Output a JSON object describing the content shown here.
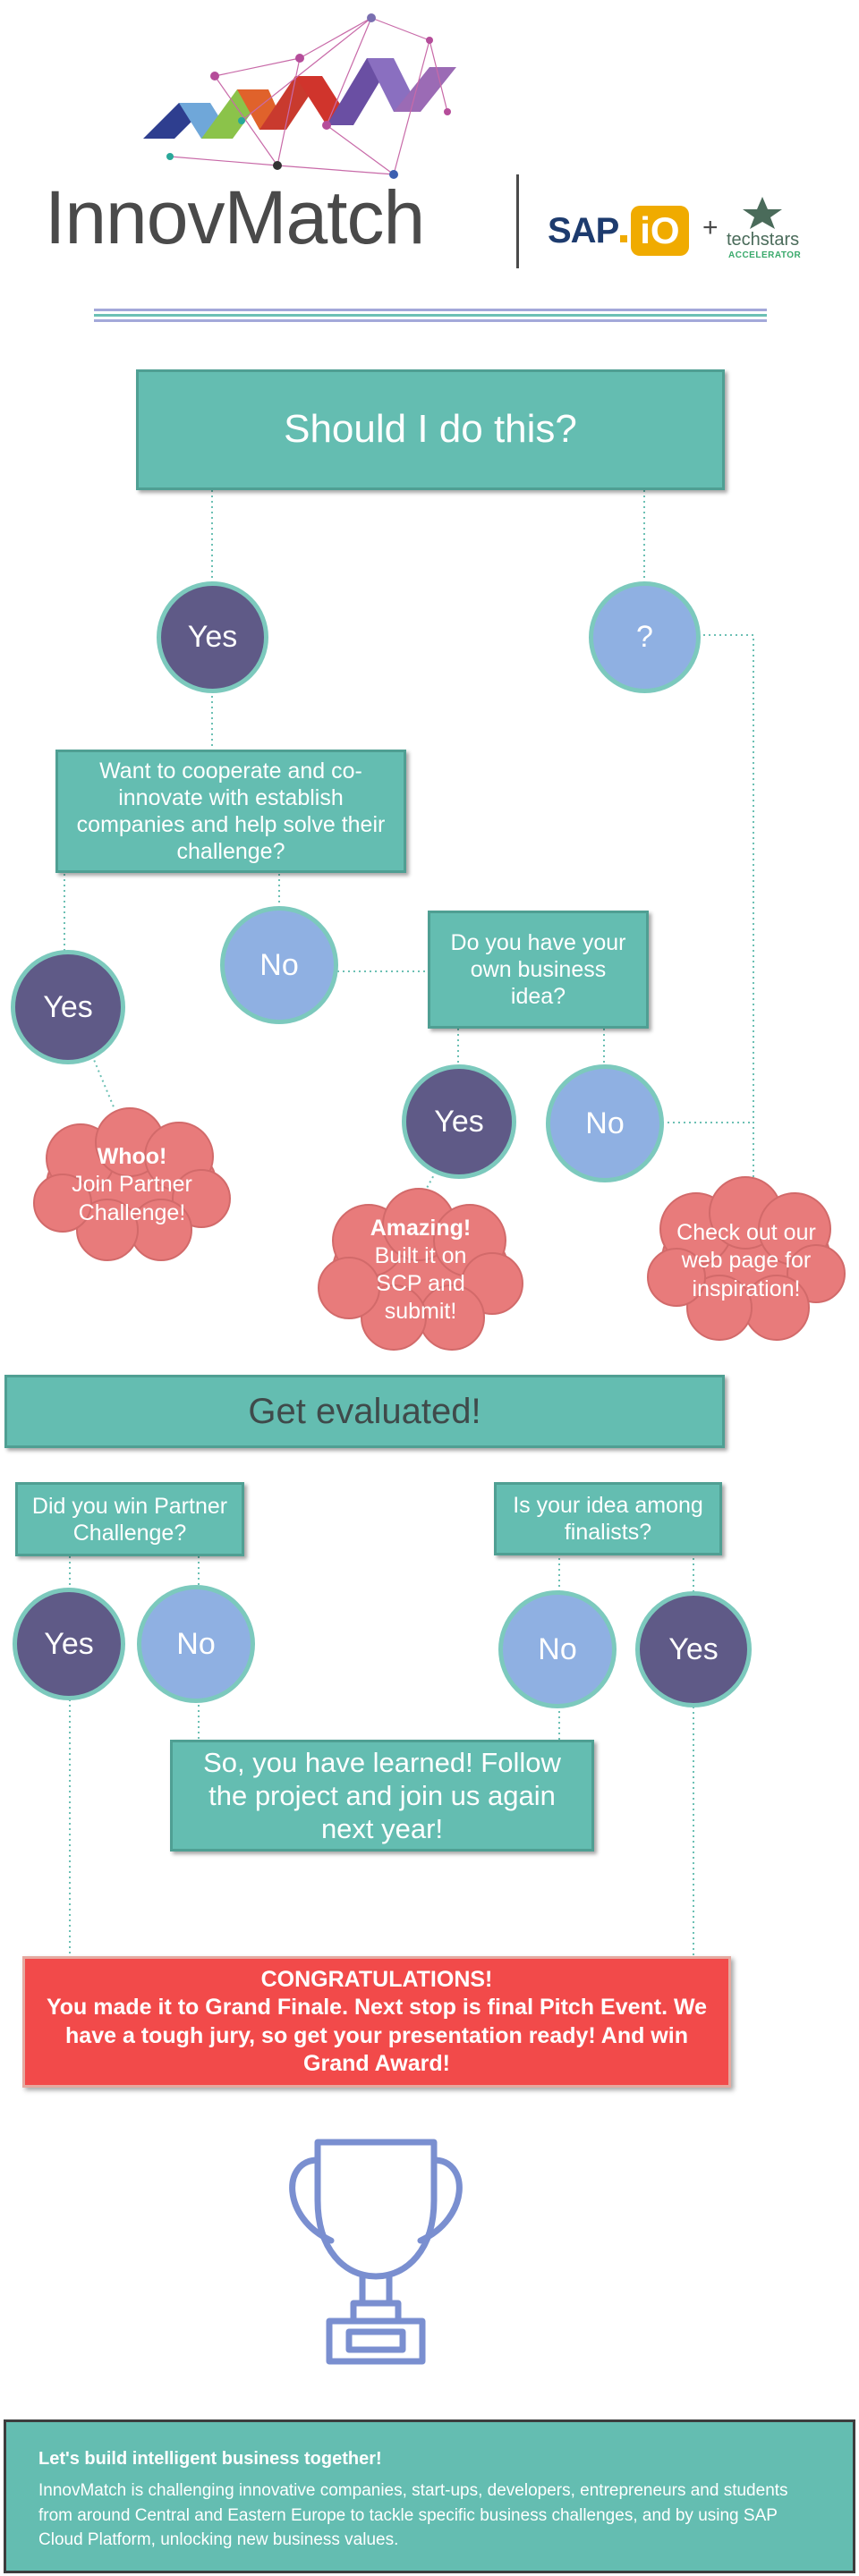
{
  "header": {
    "brand": "InnovMatch",
    "sap_text": "SAP",
    "io_text": "iO",
    "plus": "+",
    "techstars_name": "techstars",
    "techstars_sub": "ACCELERATOR"
  },
  "flow": {
    "title": "Should I do this?",
    "yes_top": "Yes",
    "question": "?",
    "cooperate_q": "Want to cooperate and co-innovate with establish companies and help solve their challenge?",
    "no_1": "No",
    "yes_partner": "Yes",
    "own_idea_q": "Do you have your own business idea?",
    "yes_idea": "Yes",
    "no_idea": "No",
    "whoo_title": "Whoo!",
    "whoo_text": "Join Partner Challenge!",
    "amazing_title": "Amazing!",
    "amazing_text": "Built it on SCP and submit!",
    "checkout_text": "Check out our web page for inspiration!"
  },
  "evaluation": {
    "title": "Get evaluated!",
    "partner_q": "Did you win Partner Challenge?",
    "finalist_q": "Is your idea among finalists?",
    "yes_left": "Yes",
    "no_left": "No",
    "no_right": "No",
    "yes_right": "Yes",
    "learned": "So, you have learned! Follow the project and join us again next year!",
    "congrats_title": "CONGRATULATIONS!",
    "congrats_text": "You made it to Grand Finale. Next stop is final Pitch Event. We have a tough jury, so get your presentation ready! And win Grand Award!"
  },
  "footer": {
    "heading": "Let's build intelligent business together!",
    "text": "InnovMatch is challenging innovative companies, start-ups, developers, entrepreneurs and students from around Central and Eastern Europe to tackle specific business challenges, and by using SAP Cloud Platform, unlocking new business values."
  },
  "colors": {
    "teal": "#64bdb1",
    "dark_circle": "#5f5a87",
    "light_circle": "#8fb0e2",
    "cloud": "#e87b7b",
    "congrats": "#f24a4a"
  }
}
